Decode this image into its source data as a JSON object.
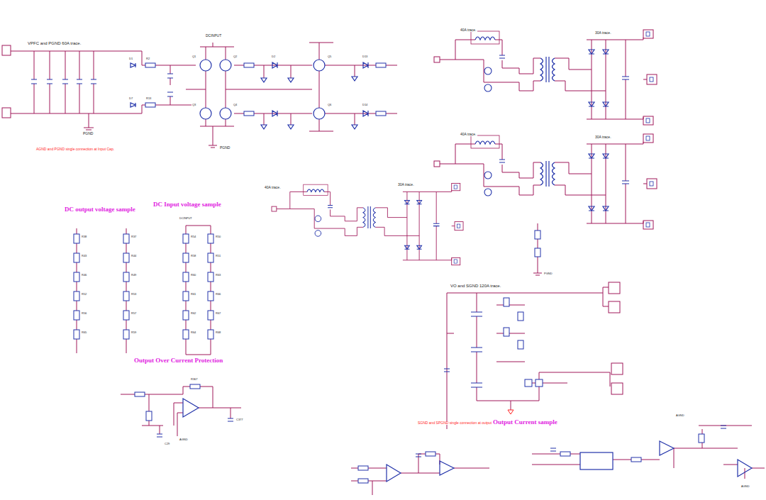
{
  "diagram": {
    "labels": [
      "VPFC and PGND 60A trace.",
      "DCINPUT",
      "PGND",
      "AGND and PGND single connection at Input Cap.",
      "40A trace.",
      "30A trace.",
      "40A trace.",
      "30A trace.",
      "30A trace.",
      "40A trace.",
      "DC output voltage sample",
      "DC Input voltage sample",
      "DCINPUT",
      "Output Over Current Protection",
      "VO and SGND 120A trace.",
      "SGND and SPGND single connection at output cap",
      "Output Current sample",
      "PGND",
      "PGND",
      "AGND",
      "AGND",
      "AGND",
      "R38",
      "R43",
      "R46",
      "R52",
      "R56",
      "R65",
      "R37",
      "R44",
      "R49",
      "R53",
      "R57",
      "R59",
      "R54",
      "R58",
      "R60",
      "R61",
      "R62",
      "R64",
      "R50",
      "R51",
      "R63",
      "R66",
      "R67",
      "R68",
      "Q1",
      "Q2",
      "Q3",
      "Q4",
      "Q5",
      "Q6",
      "D1",
      "R2",
      "D7",
      "R13",
      "D2",
      "D13",
      "D14",
      "C29",
      "R367",
      "C377"
    ]
  }
}
